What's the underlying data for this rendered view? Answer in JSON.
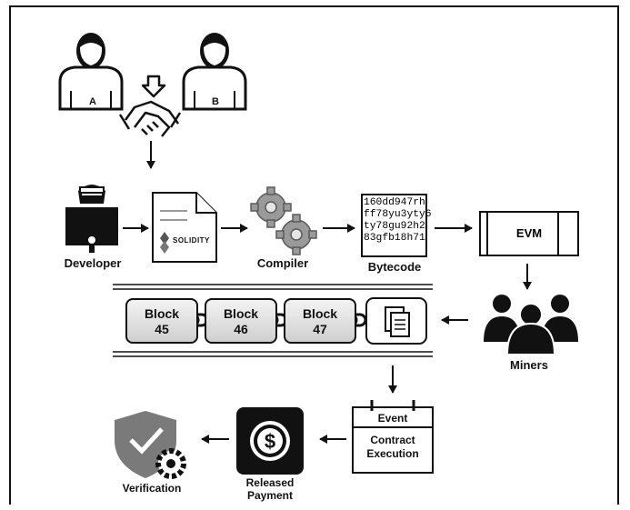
{
  "labels": {
    "person_a": "A",
    "person_b": "B",
    "developer": "Developer",
    "solidity": "SOLIDITY",
    "compiler": "Compiler",
    "bytecode": "Bytecode",
    "evm": "EVM",
    "miners": "Miners",
    "event": "Event",
    "contract_execution_line1": "Contract",
    "contract_execution_line2": "Execution",
    "released_payment_line1": "Released",
    "released_payment_line2": "Payment",
    "verification": "Verification"
  },
  "bytecode_lines": [
    "160dd947rh",
    "ff78yu3yty6",
    "ty78gu92h2",
    "83gfb18h71"
  ],
  "blocks": [
    {
      "line1": "Block",
      "line2": "45"
    },
    {
      "line1": "Block",
      "line2": "46"
    },
    {
      "line1": "Block",
      "line2": "47"
    }
  ],
  "colors": {
    "ink": "#111111",
    "gear": "#9a9a9a",
    "shield": "#7a7a7a",
    "solidity": "#555555"
  }
}
